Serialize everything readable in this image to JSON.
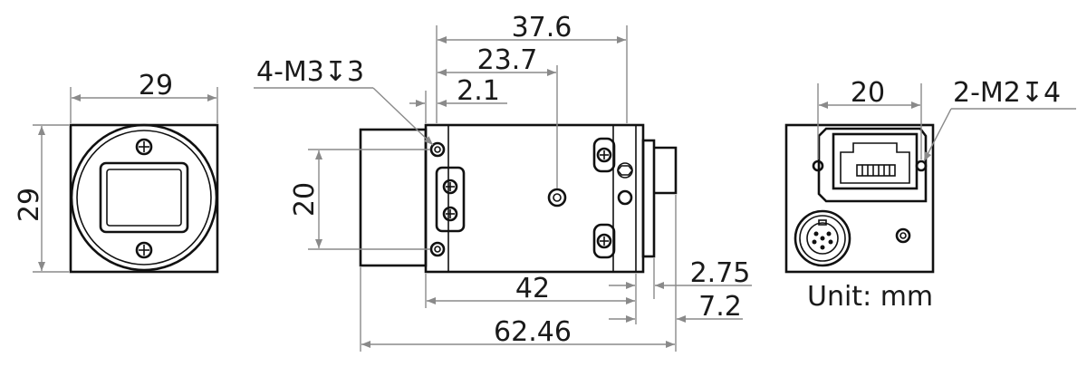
{
  "diagram": {
    "front_view": {
      "width_label": "29",
      "height_label": "29"
    },
    "side_view": {
      "overall_top_label": "37.6",
      "mid_top_label": "23.7",
      "small_top_label": "2.1",
      "hole_callout": "4-M3↧3",
      "left_height_label": "20",
      "bottom_a_label": "42",
      "bottom_total_label": "62.46",
      "right_small_label": "2.75",
      "right_mid_label": "7.2"
    },
    "rear_view": {
      "width_label": "20",
      "hole_callout": "2-M2↧4",
      "unit_label": "Unit: mm"
    }
  },
  "colors": {
    "outline": "#111111",
    "dimension": "#8a8a8a",
    "text": "#1a1a1a"
  }
}
